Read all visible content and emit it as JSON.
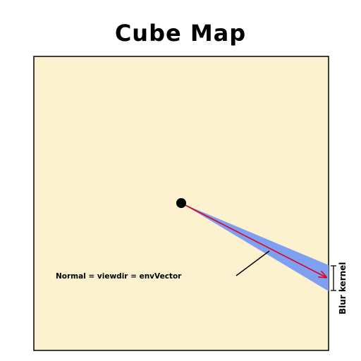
{
  "title": "Cube Map",
  "labels": {
    "normal": "Normal = viewdir = envVector",
    "blur_kernel": "Blur kernel"
  },
  "colors": {
    "panel_fill": "#fdf2cf",
    "panel_stroke": "#000000",
    "cone_fill": "#7f9ff0",
    "arrow_color": "#e0001a",
    "point_color": "#000000"
  }
}
